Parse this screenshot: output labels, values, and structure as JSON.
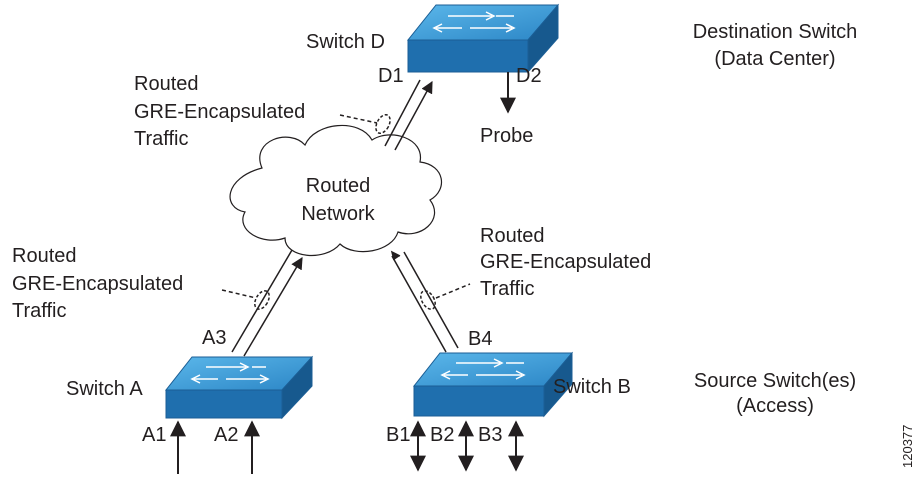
{
  "labels": {
    "destination_line1": "Destination Switch",
    "destination_line2": "(Data Center)",
    "source_line1": "Source Switch(es)",
    "source_line2": "(Access)",
    "figure_number": "120377"
  },
  "switches": {
    "d": {
      "name": "Switch D",
      "ports": [
        "D1",
        "D2"
      ]
    },
    "a": {
      "name": "Switch A",
      "ports": [
        "A1",
        "A2",
        "A3"
      ]
    },
    "b": {
      "name": "Switch B",
      "ports": [
        "B1",
        "B2",
        "B3",
        "B4"
      ]
    }
  },
  "probe": "Probe",
  "cloud": {
    "line1": "Routed",
    "line2": "Network"
  },
  "tunnels": {
    "top": [
      "Routed",
      "GRE-Encapsulated",
      "Traffic"
    ],
    "left": [
      "Routed",
      "GRE-Encapsulated",
      "Traffic"
    ],
    "right": [
      "Routed",
      "GRE-Encapsulated",
      "Traffic"
    ]
  },
  "colors": {
    "switch_top": "#3a9bd6",
    "switch_front": "#1f6fae",
    "line": "#231f20"
  }
}
